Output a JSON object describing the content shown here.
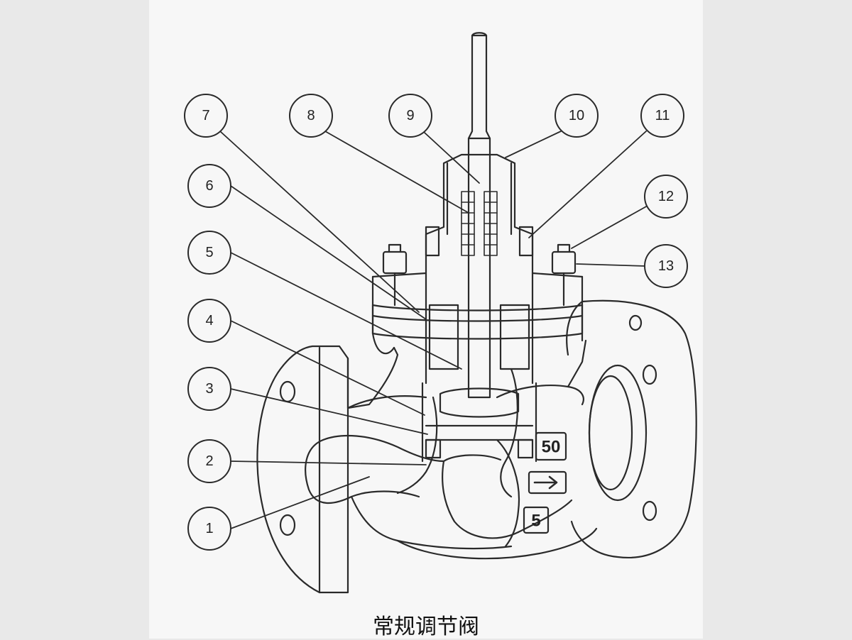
{
  "caption": "常规调节阀",
  "callouts": {
    "c1": "1",
    "c2": "2",
    "c3": "3",
    "c4": "4",
    "c5": "5",
    "c6": "6",
    "c7": "7",
    "c8": "8",
    "c9": "9",
    "c10": "10",
    "c11": "11",
    "c12": "12",
    "c13": "13"
  },
  "body_markings": {
    "size": "50",
    "pressure": "5",
    "arrow_icon": "flow-direction-arrow-icon"
  },
  "colors": {
    "line": "#2a2a2a",
    "background": "#f7f7f7",
    "outer": "#e9e9e9"
  }
}
